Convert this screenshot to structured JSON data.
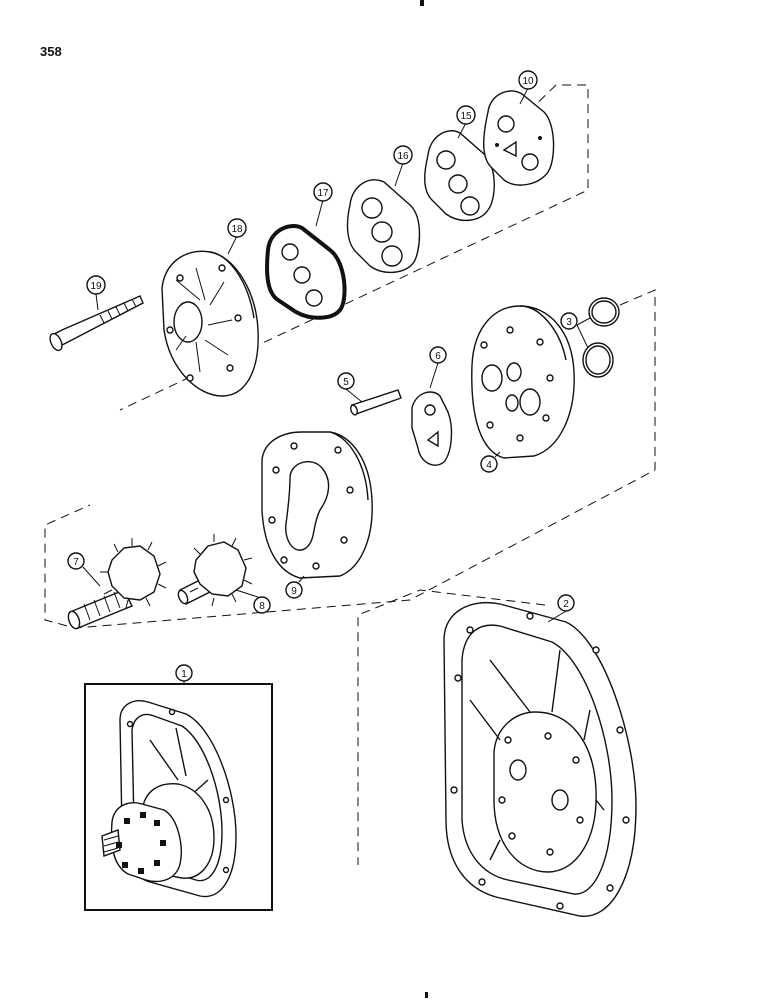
{
  "page": {
    "number": "358"
  },
  "callouts": [
    {
      "id": "c1",
      "label": "1",
      "part": "pump-assembly"
    },
    {
      "id": "c2",
      "label": "2",
      "part": "housing"
    },
    {
      "id": "c3",
      "label": "3",
      "part": "o-rings"
    },
    {
      "id": "c4",
      "label": "4",
      "part": "gear-plate"
    },
    {
      "id": "c5",
      "label": "5",
      "part": "dowel-pin"
    },
    {
      "id": "c6",
      "label": "6",
      "part": "gasket"
    },
    {
      "id": "c7",
      "label": "7",
      "part": "drive-gear"
    },
    {
      "id": "c8",
      "label": "8",
      "part": "idler-gear"
    },
    {
      "id": "c9",
      "label": "9",
      "part": "gear-body"
    },
    {
      "id": "c10",
      "label": "10",
      "part": "wear-plate"
    },
    {
      "id": "c15",
      "label": "15",
      "part": "seal-backup"
    },
    {
      "id": "c16",
      "label": "16",
      "part": "seal-protector"
    },
    {
      "id": "c17",
      "label": "17",
      "part": "seal"
    },
    {
      "id": "c18",
      "label": "18",
      "part": "cover"
    },
    {
      "id": "c19",
      "label": "19",
      "part": "bolt"
    }
  ],
  "colors": {
    "ink": "#111111",
    "paper": "#ffffff"
  }
}
